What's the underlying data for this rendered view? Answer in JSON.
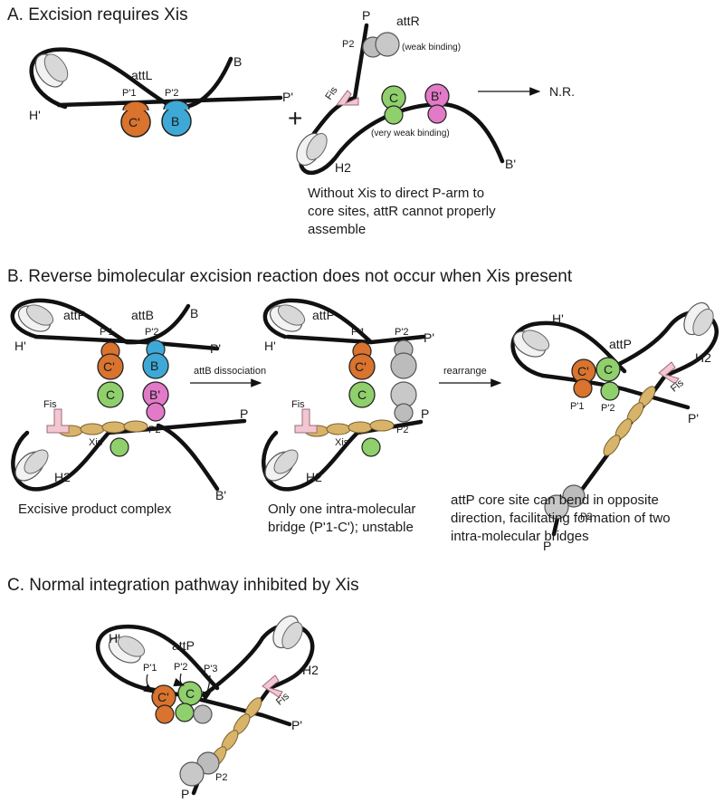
{
  "colors": {
    "orange": "#d9732e",
    "blue": "#3ea9d6",
    "green": "#8fcf6c",
    "magenta": "#e27ac8",
    "gray": "#bcbcbc",
    "xis_tan": "#d8b46a",
    "fis_pink": "#f3c7d2"
  },
  "panel_a": {
    "heading": "A.  Excision requires Xis",
    "attL": "attL",
    "H_prime": "H'",
    "B": "B",
    "P_prime": "P'",
    "P1": "P'1",
    "P2_site": "P'2",
    "C_prime": "C'",
    "B_domain": "B",
    "plus": "+",
    "P": "P",
    "attR": "attR",
    "P2": "P2",
    "weak_binding": "(weak binding)",
    "Fis": "Fis",
    "C": "C",
    "B_prime_domain": "B'",
    "very_weak_binding": "(very weak binding)",
    "H2": "H2",
    "B_prime": "B'",
    "NR": "N.R.",
    "caption_lines": [
      "Without Xis to direct P-arm to",
      "core sites, attR cannot properly",
      "assemble"
    ]
  },
  "panel_b": {
    "heading": "B.  Reverse bimolecular excision reaction does not occur when Xis present",
    "attP": "attP",
    "attB": "attB",
    "B": "B",
    "P_prime": "P'",
    "H_prime": "H'",
    "P1": "P'1",
    "P2_site": "P'2",
    "C_prime": "C'",
    "B_domain": "B",
    "C": "C",
    "B_prime_domain": "B'",
    "Fis": "Fis",
    "Xis": "Xis",
    "P2": "P2",
    "P": "P",
    "H2": "H2",
    "B_prime": "B'",
    "arrow1": "attB dissociation",
    "arrow2": "rearrange",
    "caption1": "Excisive product complex",
    "caption2_lines": [
      "Only one intra-molecular",
      "bridge (P'1-C'); unstable"
    ],
    "caption3_lines": [
      "attP core site can bend in opposite",
      "direction, facilitating formation of two",
      "intra-molecular bridges"
    ]
  },
  "panel_c": {
    "heading": "C.  Normal integration pathway inhibited by Xis",
    "attP": "attP",
    "H_prime": "H'",
    "H2": "H2",
    "P1": "P'1",
    "P2_site": "P'2",
    "P3": "P'3",
    "C_prime": "C'",
    "C": "C",
    "Fis": "Fis",
    "P_prime": "P'",
    "P2": "P2",
    "P": "P"
  }
}
